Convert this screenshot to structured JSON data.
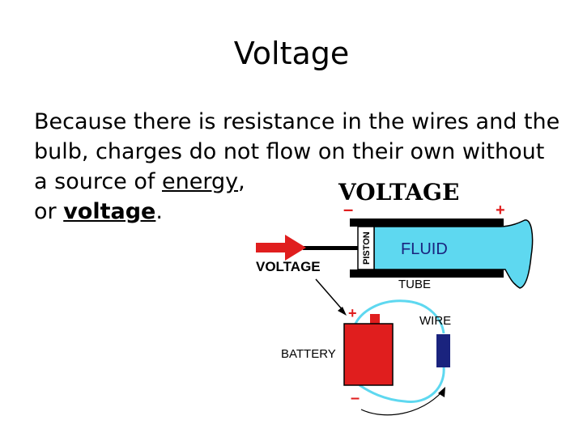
{
  "slide": {
    "title": "Voltage",
    "paragraph": {
      "part1": "Because there is resistance in the wires and the bulb, charges do not flow on their own without a source of ",
      "energy": "energy",
      "part2": ", ",
      "part3": "or ",
      "voltage": "voltage",
      "part4": "."
    }
  },
  "diagram": {
    "heading": "VOLTAGE",
    "minus_top": "–",
    "plus_top": "+",
    "piston_label": "PISTON",
    "fluid_label": "FLUID",
    "voltage_arrow_label": "VOLTAGE",
    "tube_label": "TUBE",
    "battery_plus": "+",
    "wire_label": "WIRE",
    "battery_label": "BATTERY",
    "battery_minus": "–",
    "colors": {
      "red": "#e01e1e",
      "cyan": "#5ed8f0",
      "navy": "#1a237e",
      "black": "#000000"
    }
  }
}
